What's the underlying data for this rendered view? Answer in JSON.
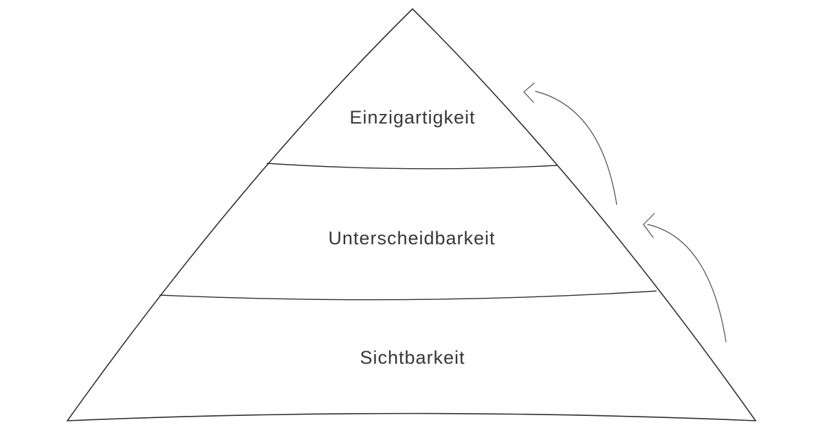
{
  "diagram": {
    "type": "pyramid",
    "levels": [
      {
        "id": "top",
        "label": "Einzigartigkeit"
      },
      {
        "id": "middle",
        "label": "Unterscheidbarkeit"
      },
      {
        "id": "bottom",
        "label": "Sichtbarkeit"
      }
    ],
    "arrows": [
      {
        "name": "arrow-bottom-to-middle",
        "direction": "up-left"
      },
      {
        "name": "arrow-middle-to-top",
        "direction": "up-left"
      }
    ],
    "colors": {
      "background": "#ffffff",
      "outline": "#2e2e2e",
      "arrow": "#4d4d4d",
      "text": "#373737"
    }
  }
}
